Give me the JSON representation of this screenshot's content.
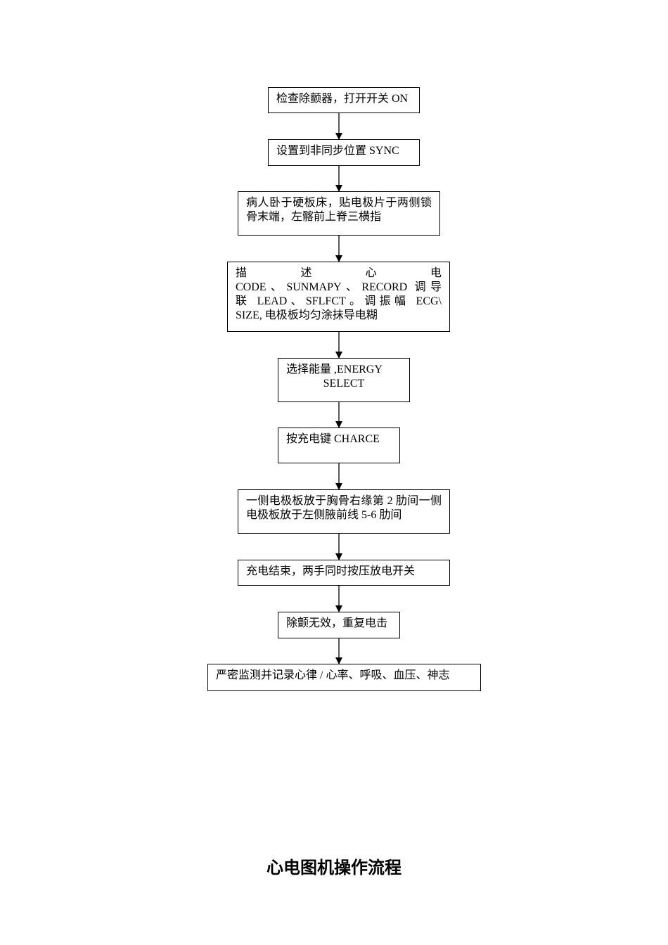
{
  "flowchart": {
    "steps": [
      {
        "text": "检查除颤器，打开开关 ON"
      },
      {
        "text": "设置到非同步位置 SYNC"
      },
      {
        "text": "病人卧于硬板床，贴电极片于两侧锁骨末端，左髂前上脊三横指"
      },
      {
        "line1": "描述心电",
        "line2": "CODE、SUNMAPY、RECORD 调导",
        "line3": "联 LEAD、SFLFCT。调振幅 ECG\\",
        "line4": "SIZE, 电极板均匀涂抹导电糊"
      },
      {
        "line1": "选择能量 ,ENERGY",
        "line2": "SELECT"
      },
      {
        "text": "按充电键 CHARCE"
      },
      {
        "text": "一侧电极板放于胸骨右缘第 2 肋间一侧电极板放于左侧腋前线 5-6 肋间"
      },
      {
        "text": "充电结束，两手同时按压放电开关"
      },
      {
        "text": "除颤无效，重复电击"
      },
      {
        "text": "严密监测并记录心律 / 心率、呼吸、血压、神志"
      }
    ]
  },
  "title": "心电图机操作流程"
}
